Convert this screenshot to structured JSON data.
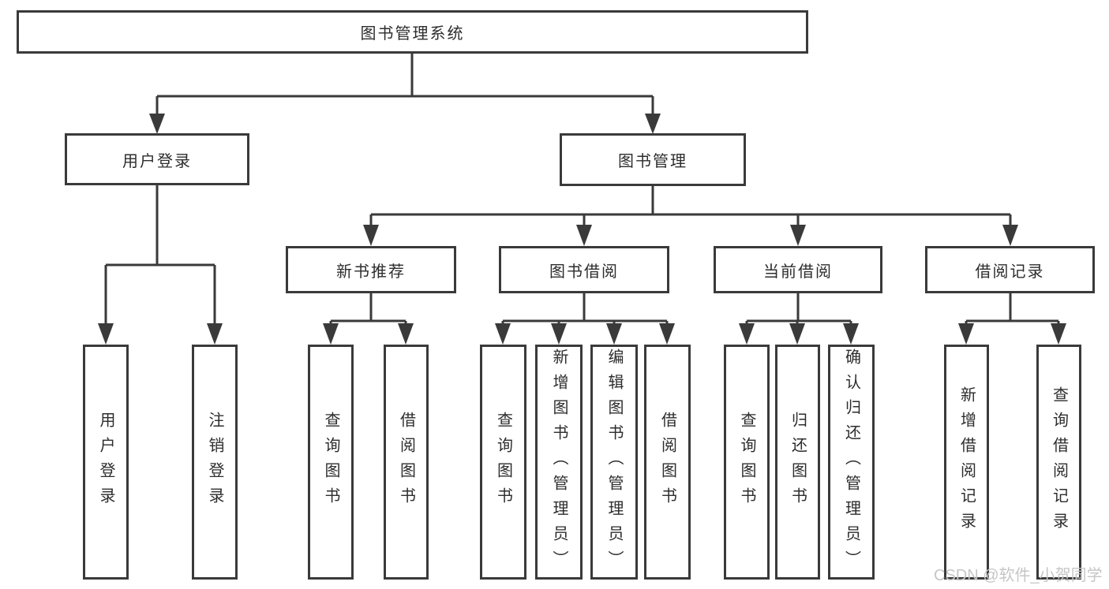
{
  "diagram": {
    "root": {
      "label": "图书管理系统"
    },
    "level2": [
      {
        "label": "用户登录",
        "children": [
          {
            "label": "用户登录"
          },
          {
            "label": "注销登录"
          }
        ]
      },
      {
        "label": "图书管理",
        "children": [
          {
            "label": "新书推荐",
            "children": [
              {
                "label": "查询图书"
              },
              {
                "label": "借阅图书"
              }
            ]
          },
          {
            "label": "图书借阅",
            "children": [
              {
                "label": "查询图书"
              },
              {
                "label": "新增图书（管理员）"
              },
              {
                "label": "编辑图书（管理员）"
              },
              {
                "label": "借阅图书"
              }
            ]
          },
          {
            "label": "当前借阅",
            "children": [
              {
                "label": "查询图书"
              },
              {
                "label": "归还图书"
              },
              {
                "label": "确认归还（管理员）"
              }
            ]
          },
          {
            "label": "借阅记录",
            "children": [
              {
                "label": "新增借阅记录"
              },
              {
                "label": "查询借阅记录"
              }
            ]
          }
        ]
      }
    ]
  },
  "watermark": {
    "text": "CSDN @软件_小贺同学"
  },
  "colors": {
    "line": "#3a3a3a",
    "text": "#2d2d2d",
    "background": "#ffffff",
    "watermark": "#c6c6c6"
  }
}
